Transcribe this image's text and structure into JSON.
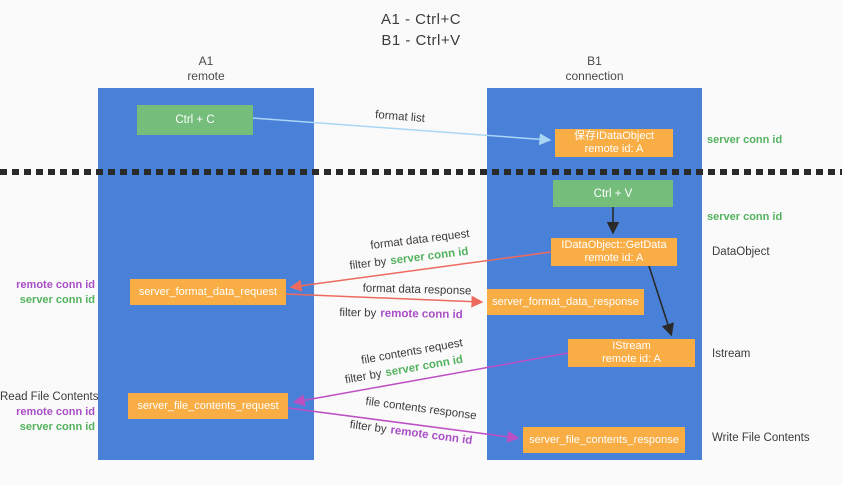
{
  "title": {
    "line1": "A1 - Ctrl+C",
    "line2": "B1 - Ctrl+V"
  },
  "lanes": {
    "a1": {
      "title": "A1",
      "subtitle": "remote"
    },
    "b1": {
      "title": "B1",
      "subtitle": "connection"
    }
  },
  "nodes": {
    "ctrl_c": "Ctrl + C",
    "ctrl_v": "Ctrl + V",
    "save_dataobject_line1": "保存IDataObject",
    "save_dataobject_line2": "remote id: A",
    "getdata_line1": "IDataObject::GetData",
    "getdata_line2": "remote id: A",
    "istream_line1": "IStream",
    "istream_line2": "remote id: A",
    "server_format_data_request": "server_format_data_request",
    "server_format_data_response": "server_format_data_response",
    "server_file_contents_request": "server_file_contents_request",
    "server_file_contents_response": "server_file_contents_response"
  },
  "edge_labels": {
    "format_list": "format list",
    "format_data_request": "format data request",
    "format_data_response": "format data response",
    "file_contents_request": "file contents request",
    "file_contents_response": "file contents response",
    "filter_by": "filter by",
    "server_conn_id": "server conn id",
    "remote_conn_id": "remote conn id"
  },
  "annotations": {
    "right_server_conn_id_top": "server conn id",
    "right_server_conn_id_mid": "server conn id",
    "right_dataobject": "DataObject",
    "right_istream": "Istream",
    "right_write_file_contents": "Write File Contents",
    "left_remote_conn_id_1": "remote conn id",
    "left_server_conn_id_1": "server conn id",
    "left_read_file_contents": "Read File Contents",
    "left_remote_conn_id_2": "remote conn id",
    "left_server_conn_id_2": "server conn id"
  },
  "colors": {
    "lane_blue": "#4a81d8",
    "box_orange": "#f9ad45",
    "box_green": "#74bd7b",
    "text_green": "#53b25e",
    "text_purple": "#a94fc5",
    "arrow_red": "#ee6a5f",
    "arrow_magenta": "#bd4fc4",
    "arrow_light_blue": "#a9d6f5",
    "arrow_black": "#2a2a2a"
  }
}
